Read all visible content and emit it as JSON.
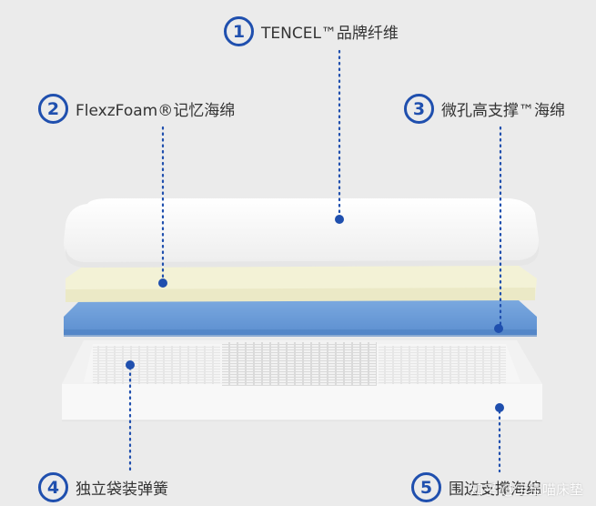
{
  "labels": {
    "l1": {
      "num": "1",
      "text": "TENCEL™品牌纤维"
    },
    "l2": {
      "num": "2",
      "text": "FlexzFoam®记忆海绵"
    },
    "l3": {
      "num": "3",
      "text": "微孔高支撑™海绵"
    },
    "l4": {
      "num": "4",
      "text": "独立袋装弹簧"
    },
    "l5": {
      "num": "5",
      "text": "围边支撑海绵"
    }
  },
  "watermark": "知乎 @宝宝喵床垫",
  "colors": {
    "accent": "#1f4fae",
    "background": "#ebebeb",
    "top_layer": "#fbfbfb",
    "memory_foam": "#f3f2d6",
    "support_foam": "#6f9fd8",
    "spring_frame": "#f4f4f4"
  }
}
